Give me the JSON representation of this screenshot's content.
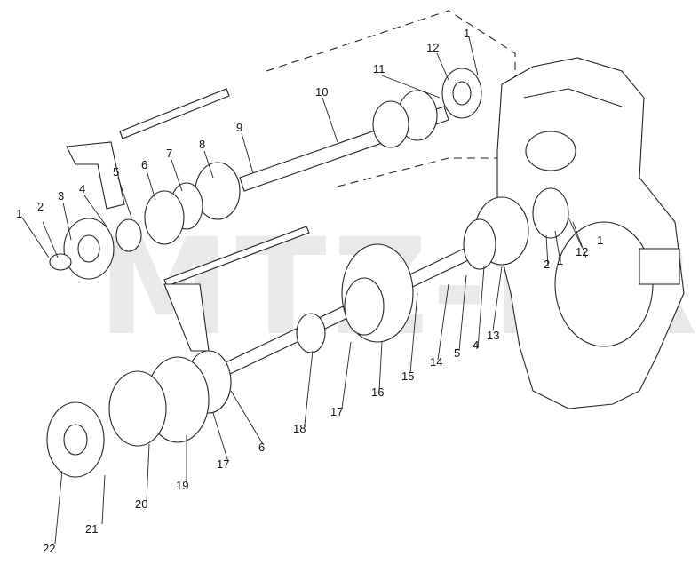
{
  "watermark": "MTZ-PRO",
  "callouts": {
    "c1a": "1",
    "c12a": "12",
    "c11": "11",
    "c10": "10",
    "c9": "9",
    "c8": "8",
    "c7": "7",
    "c6a": "6",
    "c5a": "5",
    "c4a": "4",
    "c3": "3",
    "c2a": "2",
    "c1b": "1",
    "c1c": "1",
    "c1d": "1",
    "c2b": "2",
    "c12b": "12",
    "c13": "13",
    "c4b": "4",
    "c5b": "5",
    "c14": "14",
    "c15": "15",
    "c16": "16",
    "c17a": "17",
    "c18": "18",
    "c17b": "17",
    "c6b": "6",
    "c19": "19",
    "c20": "20",
    "c21": "21",
    "c22": "22"
  }
}
